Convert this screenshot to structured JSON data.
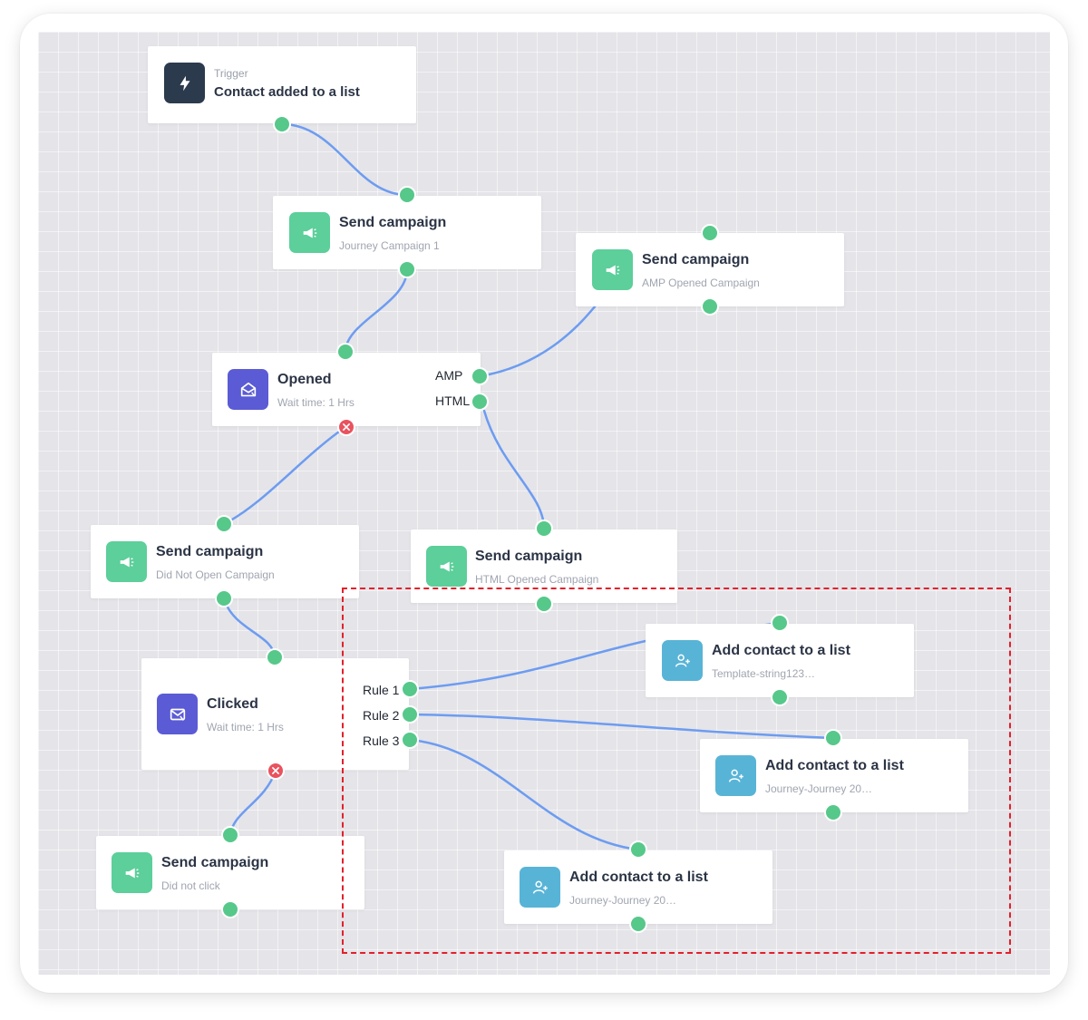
{
  "canvas": {
    "background": "#e4e4e9",
    "edge_color": "#6d9cf0",
    "port_color": "#56c88a",
    "fail_port_color": "#e9525e",
    "selection_color": "#e3202a"
  },
  "nodes": {
    "trigger": {
      "label": "Trigger",
      "title": "Contact added to a list",
      "icon": "lightning-icon"
    },
    "send1": {
      "title": "Send campaign",
      "subtitle": "Journey Campaign 1",
      "icon": "megaphone-icon"
    },
    "send_amp": {
      "title": "Send campaign",
      "subtitle": "AMP Opened Campaign",
      "icon": "megaphone-icon"
    },
    "opened": {
      "title": "Opened",
      "subtitle": "Wait time: 1 Hrs",
      "icon": "mail-open-icon",
      "ports": [
        "AMP",
        "HTML"
      ]
    },
    "send_not_open": {
      "title": "Send campaign",
      "subtitle": "Did Not Open Campaign",
      "icon": "megaphone-icon"
    },
    "send_html": {
      "title": "Send campaign",
      "subtitle": "HTML Opened Campaign",
      "icon": "megaphone-icon"
    },
    "clicked": {
      "title": "Clicked",
      "subtitle": "Wait time: 1 Hrs",
      "icon": "mail-click-icon",
      "ports": [
        "Rule 1",
        "Rule 2",
        "Rule 3"
      ]
    },
    "send_no_click": {
      "title": "Send campaign",
      "subtitle": "Did not click",
      "icon": "megaphone-icon"
    },
    "add1": {
      "title": "Add contact to a list",
      "subtitle": "Template-string123…",
      "icon": "add-user-icon"
    },
    "add2": {
      "title": "Add contact to a list",
      "subtitle": "Journey-Journey 20…",
      "icon": "add-user-icon"
    },
    "add3": {
      "title": "Add contact to a list",
      "subtitle": "Journey-Journey 20…",
      "icon": "add-user-icon"
    }
  }
}
